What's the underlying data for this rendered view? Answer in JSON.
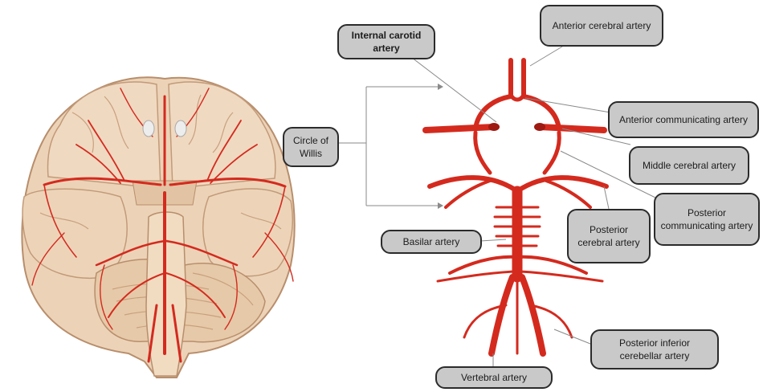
{
  "labels": {
    "internal_carotid": "Internal carotid artery",
    "anterior_cerebral": "Anterior cerebral artery",
    "anterior_communicating": "Anterior communicating artery",
    "middle_cerebral": "Middle cerebral artery",
    "circle_of_willis": "Circle of Willis",
    "posterior_communicating": "Posterior communicating artery",
    "posterior_cerebral": "Posterior cerebral artery",
    "basilar": "Basilar artery",
    "vertebral": "Vertebral artery",
    "posterior_inferior_cerebellar": "Posterior inferior cerebellar artery"
  },
  "colors": {
    "artery": "#d42a1e",
    "artery_dark": "#9e1a12",
    "brain": "#ecd3b8",
    "brain_shadow": "#d4b08e",
    "label_fill": "#c9c9c9",
    "label_border": "#2b2b2b",
    "leader_line": "#8a8a8a"
  }
}
